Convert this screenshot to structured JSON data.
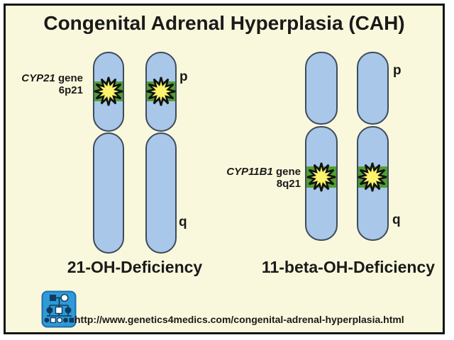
{
  "title": "Congenital Adrenal Hyperplasia (CAH)",
  "left_group": {
    "gene_name": "CYP21",
    "gene_suffix": " gene",
    "locus": "6p21",
    "p_arm_label": "p",
    "q_arm_label": "q",
    "caption": "21-OH-Deficiency"
  },
  "right_group": {
    "gene_name": "CYP11B1",
    "gene_suffix": " gene",
    "locus": "8q21",
    "p_arm_label": "p",
    "q_arm_label": "q",
    "caption": "11-beta-OH-Deficiency"
  },
  "footer": {
    "url": "http://www.genetics4medics.com/congenital-adrenal-hyperplasia.html"
  },
  "icons": {
    "logo": "pedigree-chart-icon",
    "mutation_marker": "starburst-mutation-icon"
  },
  "colors": {
    "background": "#FAF8DC",
    "chromosome_fill": "#A9C7E8",
    "chromosome_outline": "#3E4A5C",
    "gene_band_green": "#4F9F33",
    "starburst_yellow": "#FCF46C",
    "logo_blue": "#2E9AD6",
    "text": "#1A1A1A"
  }
}
